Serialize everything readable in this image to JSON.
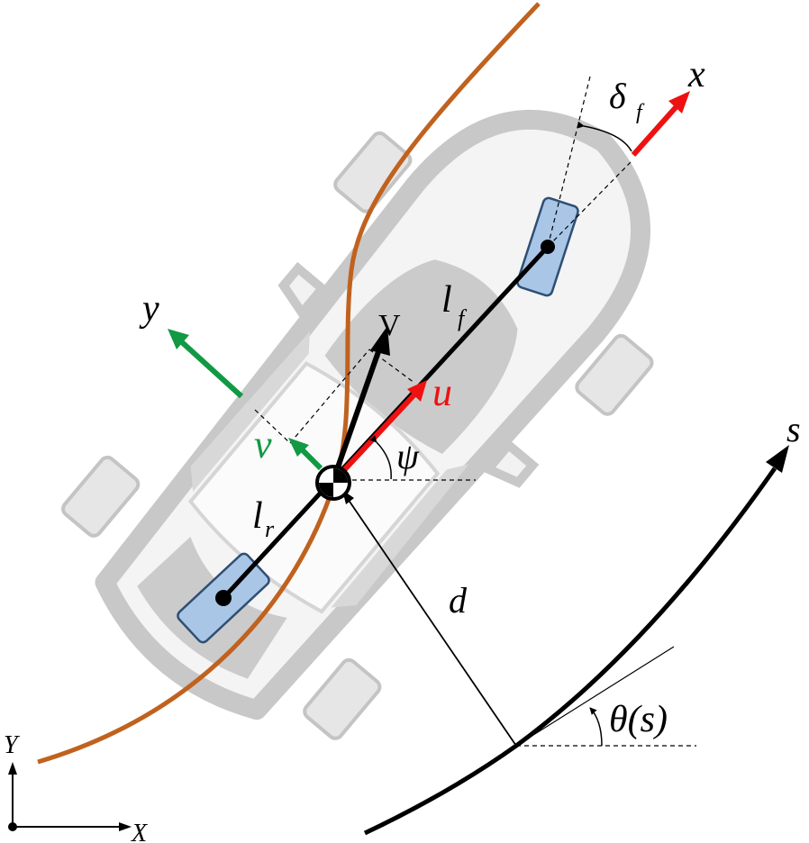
{
  "labels": {
    "x_axis": "x",
    "y_axis": "y",
    "delta": "δ",
    "delta_sub": "f",
    "lf": "l",
    "lf_sub": "f",
    "lr": "l",
    "lr_sub": "r",
    "V": "V",
    "u": "u",
    "v": "v",
    "psi": "ψ",
    "d": "d",
    "s": "s",
    "theta": "θ(s)",
    "global_X": "X",
    "global_Y": "Y"
  },
  "colors": {
    "body_gray": "#c8c8c8",
    "body_fill": "#f2f2f2",
    "glass": "#c9c9c9",
    "wheel": "#a9c6e6",
    "wheel_stroke": "#2f4f74",
    "path": "#c0621e",
    "u_red": "#ee1111",
    "v_green": "#119944",
    "black": "#000000"
  },
  "icons": {
    "cg_marker": "center-of-gravity-icon"
  }
}
